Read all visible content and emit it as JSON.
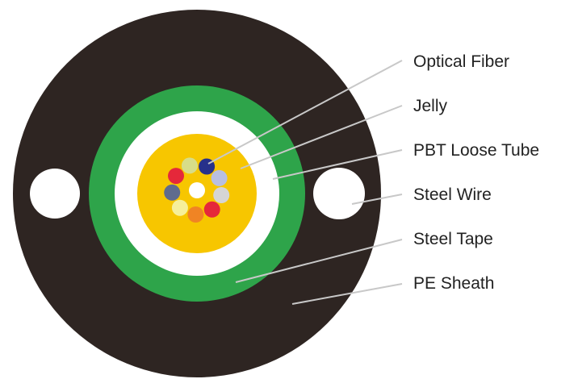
{
  "colors": {
    "sheath": "#2e2522",
    "steel_tape": "#2ea44a",
    "loose_tube": "#ffffff",
    "jelly": "#f7c600",
    "steel_wire": "#ffffff",
    "center": "#ffffff",
    "leader_line": "#c8c8c8"
  },
  "labels": [
    {
      "id": "optical-fiber",
      "text": "Optical Fiber"
    },
    {
      "id": "jelly",
      "text": "Jelly"
    },
    {
      "id": "pbt-loose-tube",
      "text": "PBT Loose Tube"
    },
    {
      "id": "steel-wire",
      "text": "Steel Wire"
    },
    {
      "id": "steel-tape",
      "text": "Steel Tape"
    },
    {
      "id": "pe-sheath",
      "text": "PE Sheath"
    }
  ],
  "fibers": [
    {
      "color": "#d7dd88"
    },
    {
      "color": "#27318b"
    },
    {
      "color": "#b8bfe0"
    },
    {
      "color": "#d5d5d5"
    },
    {
      "color": "#e5283a"
    },
    {
      "color": "#f08424"
    },
    {
      "color": "#f6ef9a"
    },
    {
      "color": "#5f6b8e"
    },
    {
      "color": "#e5283a"
    }
  ]
}
